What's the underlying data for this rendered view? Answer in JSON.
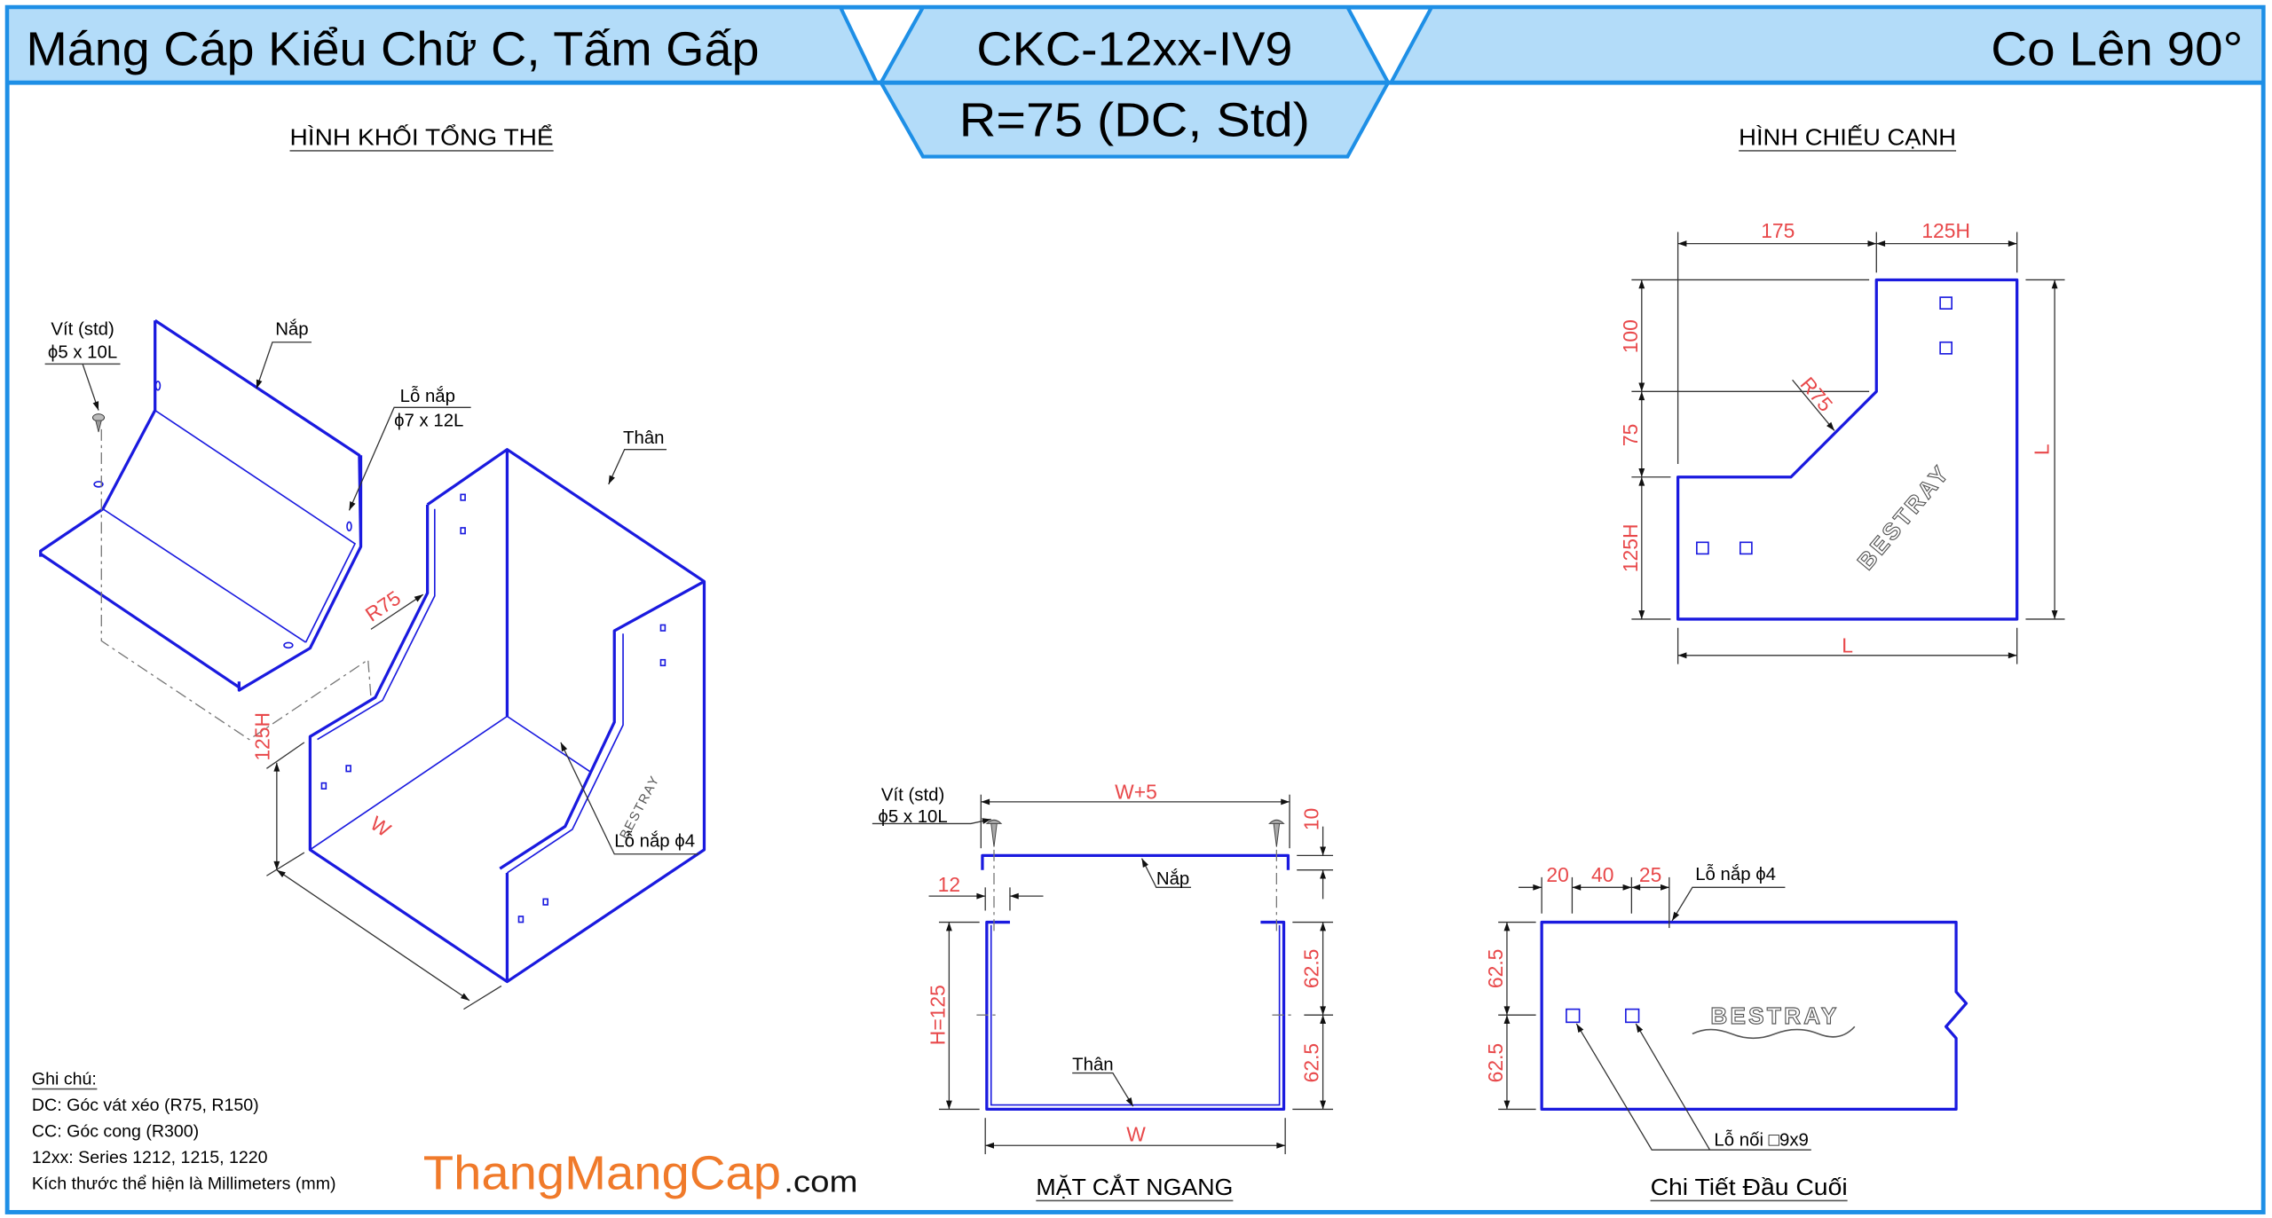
{
  "header": {
    "title_left": "Máng Cáp Kiểu Chữ C, Tấm Gấp",
    "code": "CKC-12xx-IV9",
    "radius_spec": "R=75 (DC, Std)",
    "title_right": "Co Lên 90°"
  },
  "colors": {
    "frame": "#1e8fe6",
    "header_fill": "#b3dcf9",
    "part": "#1a1adf",
    "dimension": "#e8484a",
    "brand": "#f07a2a"
  },
  "iso_view": {
    "title": "HÌNH KHỐI TỔNG THỂ",
    "screw_label": "Vít (std)",
    "screw_size": "ϕ5 x 10L",
    "lid_label": "Nắp",
    "lid_hole_label": "Lỗ nắp",
    "lid_hole_size": "ϕ7 x 12L",
    "body_label": "Thân",
    "body_hole_label": "Lỗ nắp ϕ4",
    "dim_radius": "R75",
    "dim_height": "125H",
    "dim_width": "W",
    "logo": "BESTRAY"
  },
  "side_view": {
    "title": "HÌNH CHIẾU CẠNH",
    "dim_top_left": "175",
    "dim_top_right": "125H",
    "dim_left_top": "100",
    "dim_left_mid": "75",
    "dim_left_bottom": "125H",
    "dim_right": "L",
    "dim_bottom": "L",
    "dim_radius": "R75",
    "logo": "BESTRAY"
  },
  "cross_section": {
    "title": "MẶT CẮT NGANG",
    "screw_label": "Vít (std)",
    "screw_size": "ϕ5 x 10L",
    "dim_lid_width": "W+5",
    "dim_lid_height": "10",
    "dim_lip": "12",
    "dim_height": "H=125",
    "dim_half_top": "62.5",
    "dim_half_bottom": "62.5",
    "dim_width": "W",
    "lid_label": "Nắp",
    "body_label": "Thân"
  },
  "end_detail": {
    "title": "Chi Tiết Đầu Cuối",
    "dim_a": "20",
    "dim_b": "40",
    "dim_c": "25",
    "dim_half_top": "62.5",
    "dim_half_bottom": "62.5",
    "lid_hole_label": "Lỗ nắp ϕ4",
    "joint_hole_label": "Lỗ nối □9x9",
    "logo": "BESTRAY"
  },
  "notes": {
    "heading": "Ghi chú:",
    "lines": [
      "DC: Góc vát xéo (R75, R150)",
      "CC: Góc cong (R300)",
      "12xx: Series 1212, 1215, 1220",
      "Kích thước thể hiện là Millimeters (mm)"
    ]
  },
  "brand": {
    "name": "ThangMangCap",
    "suffix": ".com"
  }
}
